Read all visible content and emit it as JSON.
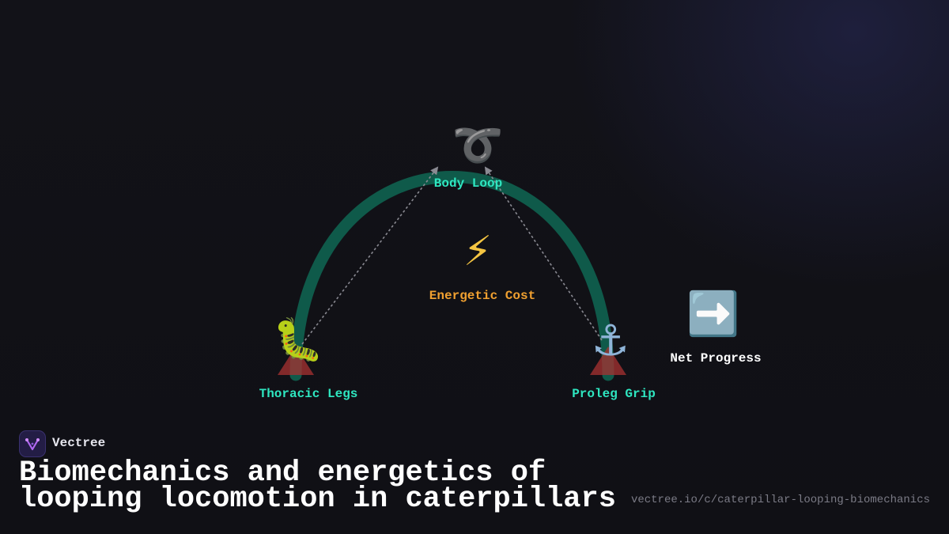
{
  "brand": {
    "name": "Vectree",
    "logo_icon": "vectree-logo-icon"
  },
  "title": "Biomechanics and energetics of looping locomotion in caterpillars",
  "url": "vectree.io/c/caterpillar-looping-biomechanics",
  "colors": {
    "arc": "#0f5a4a",
    "label_teal": "#2ee6c0",
    "label_orange": "#f0a030",
    "label_white": "#ffffff",
    "dashed": "#8a8a92",
    "anchor_marker": "#a83232"
  },
  "nodes": [
    {
      "id": "thoracic-legs",
      "label": "Thoracic Legs",
      "icon": "caterpillar-icon",
      "glyph": "🐛",
      "color": "#2ee6c0"
    },
    {
      "id": "body-loop",
      "label": "Body Loop",
      "icon": "loop-icon",
      "glyph": "➰",
      "color": "#2ee6c0"
    },
    {
      "id": "energetic-cost",
      "label": "Energetic Cost",
      "icon": "lightning-icon",
      "glyph": "⚡",
      "color": "#f0a030"
    },
    {
      "id": "proleg-grip",
      "label": "Proleg Grip",
      "icon": "anchor-icon",
      "glyph": "⚓",
      "color": "#2ee6c0"
    },
    {
      "id": "net-progress",
      "label": "Net Progress",
      "icon": "right-arrow-icon",
      "glyph": "➡️",
      "color": "#ffffff"
    }
  ]
}
